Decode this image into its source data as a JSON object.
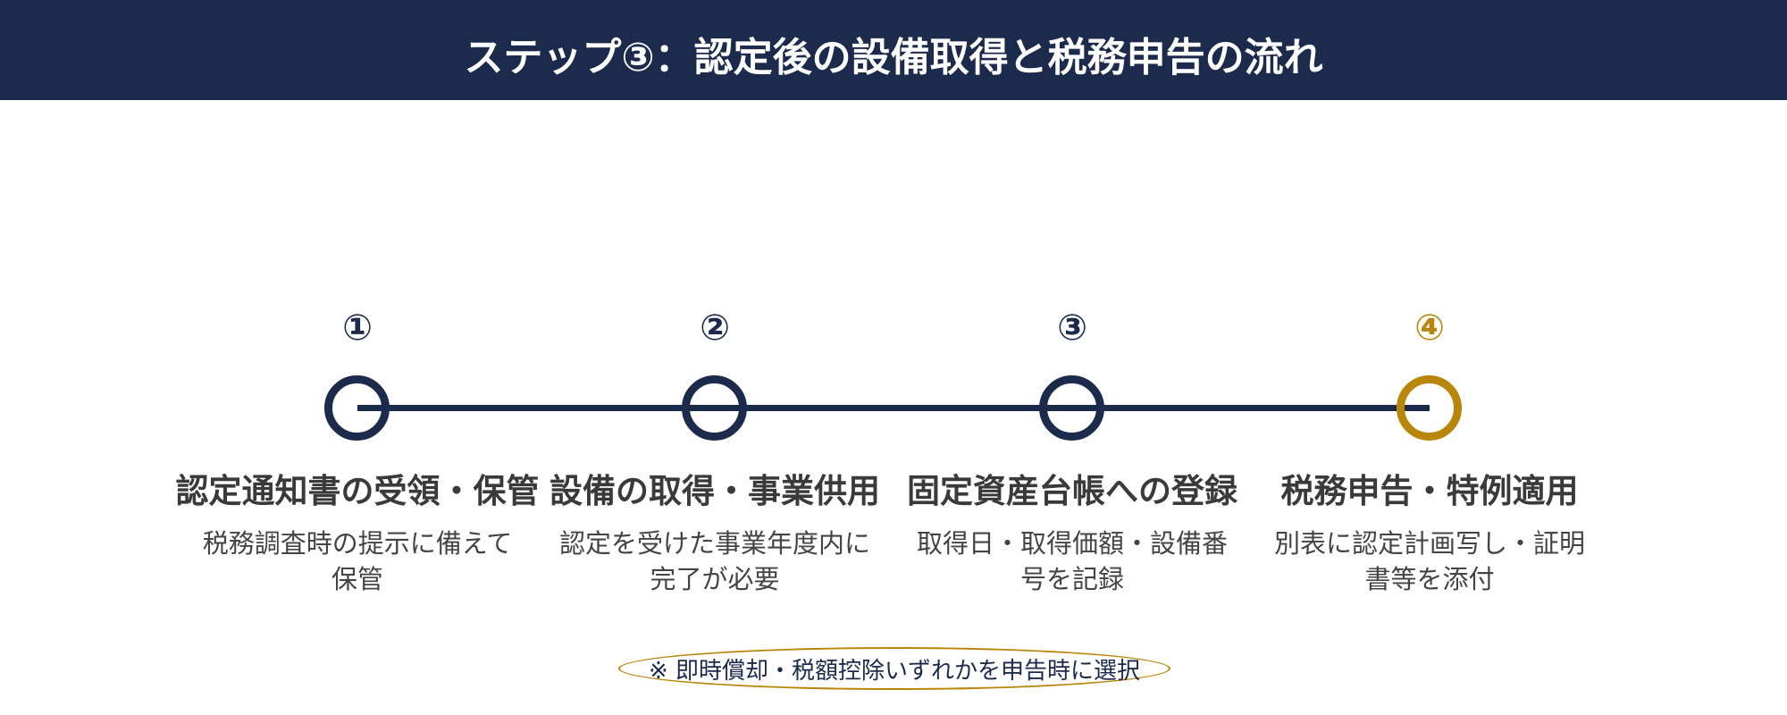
{
  "header": {
    "title": "ステップ③：認定後の設備取得と税務申告の流れ"
  },
  "colors": {
    "primary": "#1c2a4b",
    "accent": "#b8860b",
    "title_text": "#3a3a3a",
    "desc_text": "#444444"
  },
  "steps": [
    {
      "number": "①",
      "title": "認定通知書の受領・保管",
      "description": "税務調査時の提示に備えて保管",
      "highlight": false
    },
    {
      "number": "②",
      "title": "設備の取得・事業供用",
      "description": "認定を受けた事業年度内に完了が必要",
      "highlight": false
    },
    {
      "number": "③",
      "title": "固定資産台帳への登録",
      "description": "取得日・取得価額・設備番号を記録",
      "highlight": false
    },
    {
      "number": "④",
      "title": "税務申告・特例適用",
      "description": "別表に認定計画写し・証明書等を添付",
      "highlight": true
    }
  ],
  "note": {
    "text": "※ 即時償却・税額控除いずれかを申告時に選択"
  }
}
